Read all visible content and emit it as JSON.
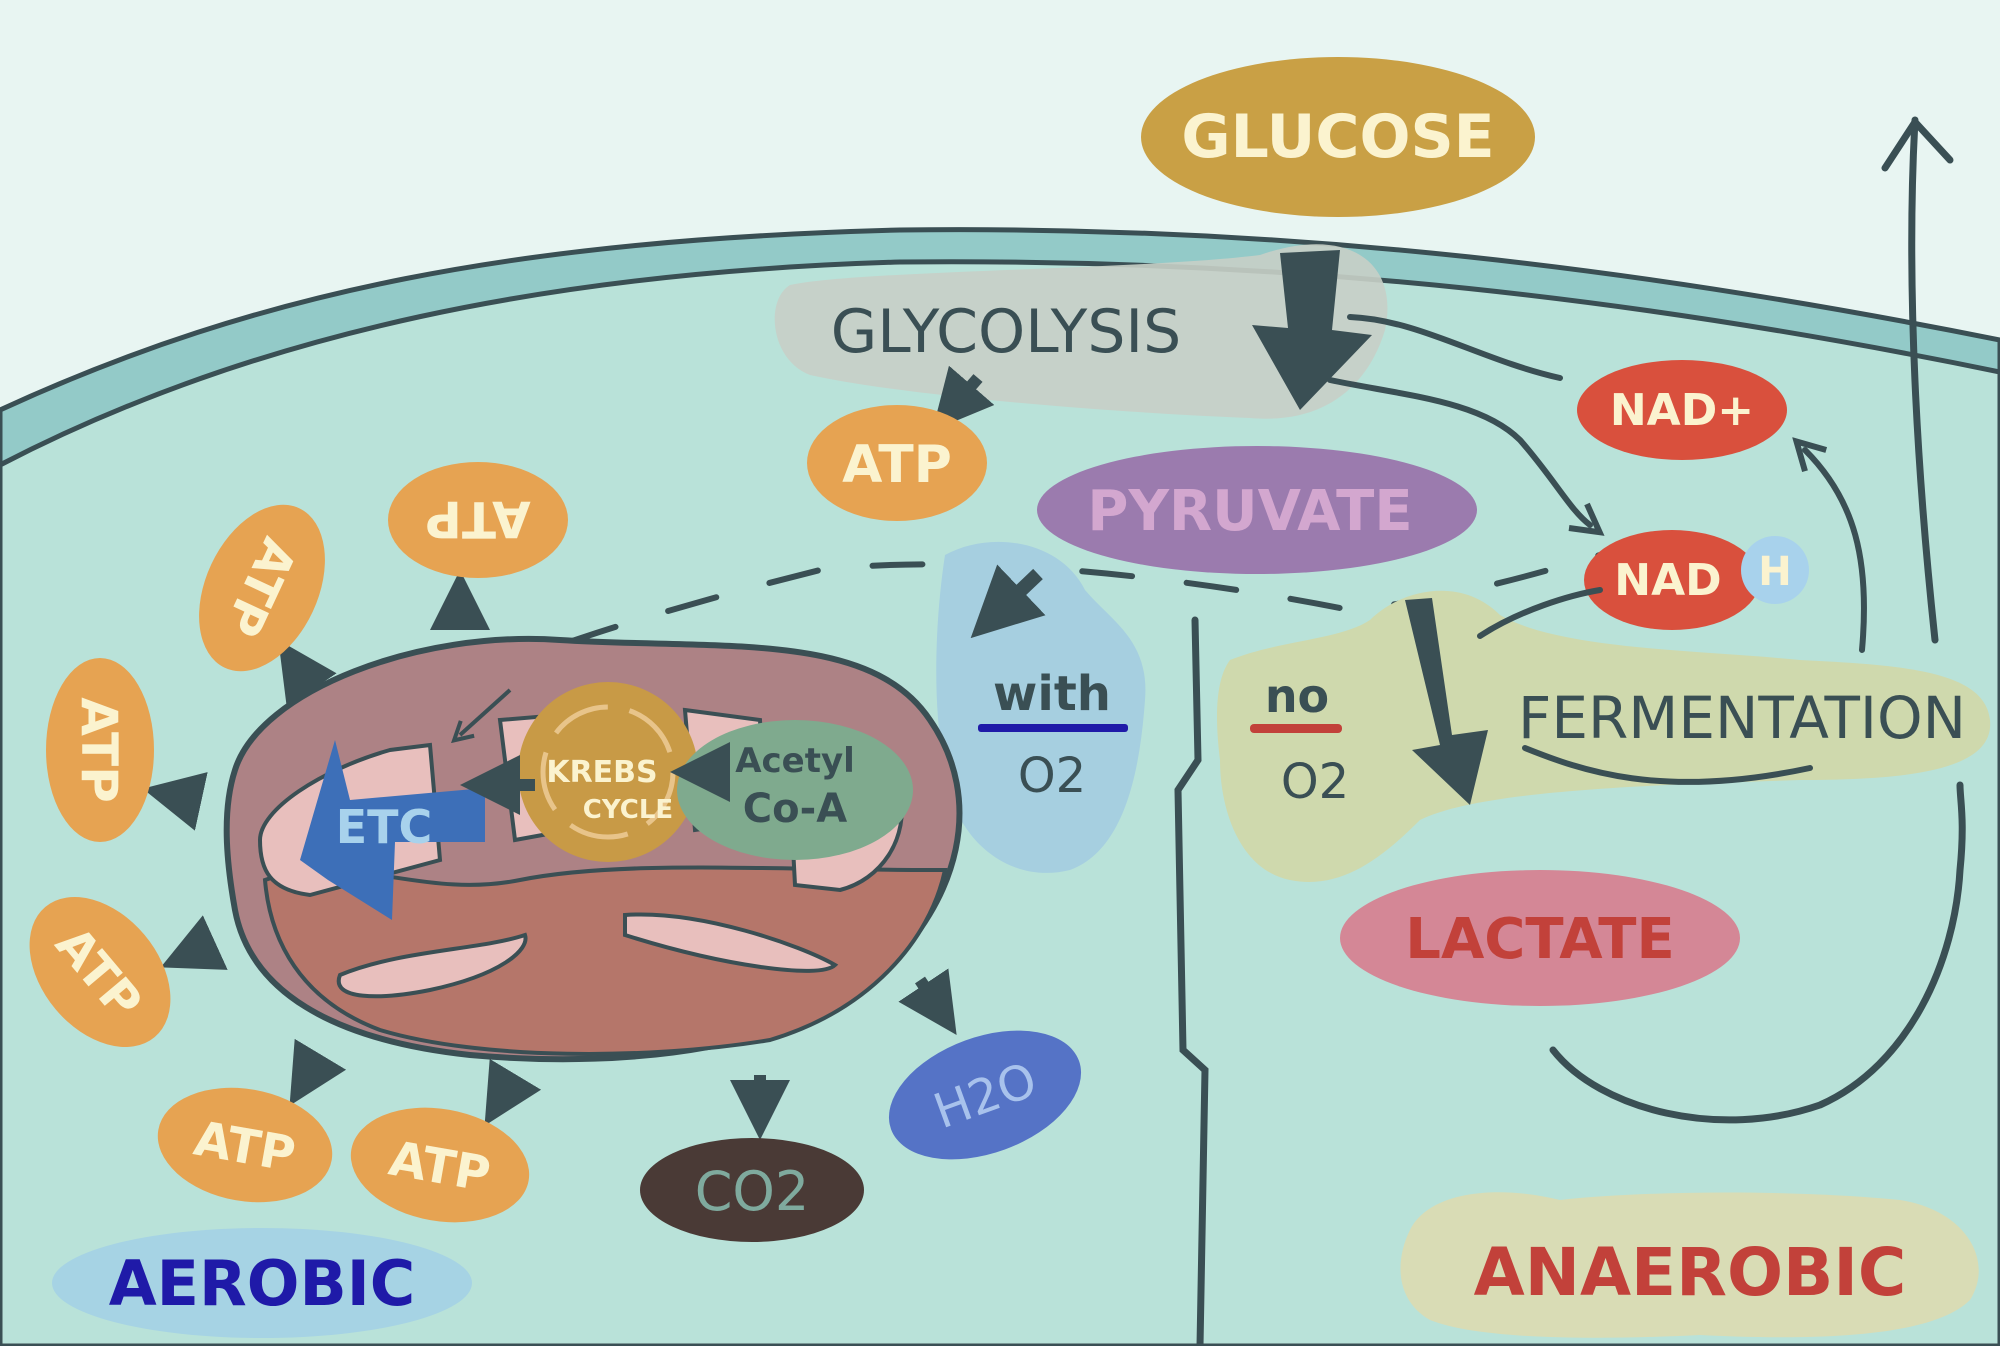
{
  "labels": {
    "glucose": "GLUCOSE",
    "glycolysis": "GLYCOLYSIS",
    "pyruvate": "PYRUVATE",
    "atp": "ATP",
    "nad_plus": "NAD+",
    "nad": "NAD",
    "h": "H",
    "with": "with",
    "with_o2": "O2",
    "no": "no",
    "no_o2": "O2",
    "fermentation": "FERMENTATION",
    "lactate": "LACTATE",
    "krebs_line1": "KREBS",
    "krebs_line2": "CYCLE",
    "acetyl_line1": "Acetyl",
    "acetyl_line2": "Co-A",
    "etc": "ETC",
    "co2": "CO2",
    "h2o": "H2O",
    "aerobic": "AEROBIC",
    "anaerobic": "ANAEROBIC"
  },
  "colors": {
    "background": "#e8f5f2",
    "cytoplasm": "#b9e2d9",
    "membrane": "#93cac8",
    "outline": "#3a4f54",
    "glucose": "#c9a045",
    "glycolysis_band": "#c8cfc7",
    "pyruvate": "#9b7bae",
    "atp": "#e6a352",
    "atp_text": "#fbf3cf",
    "nad": "#d9503d",
    "h_badge": "#a8d2ec",
    "with_o2": "#a6cfe0",
    "no_o2": "#cfd9ad",
    "lactate": "#d48796",
    "lactate_text": "#c2413a",
    "krebs": "#c89a46",
    "acetyl": "#7faa8e",
    "etc": "#3d6fb8",
    "co2": "#4a3a36",
    "h2o": "#5573c6",
    "aerobic_bg": "#a6d3e4",
    "aerobic_text": "#1f1aa8",
    "anaerobic_bg": "#d9dcb5",
    "anaerobic_text": "#c2413a",
    "mito_outer": "#ad8285",
    "mito_inner": "#e8bfbd",
    "mito_matrix": "#b5766a"
  }
}
